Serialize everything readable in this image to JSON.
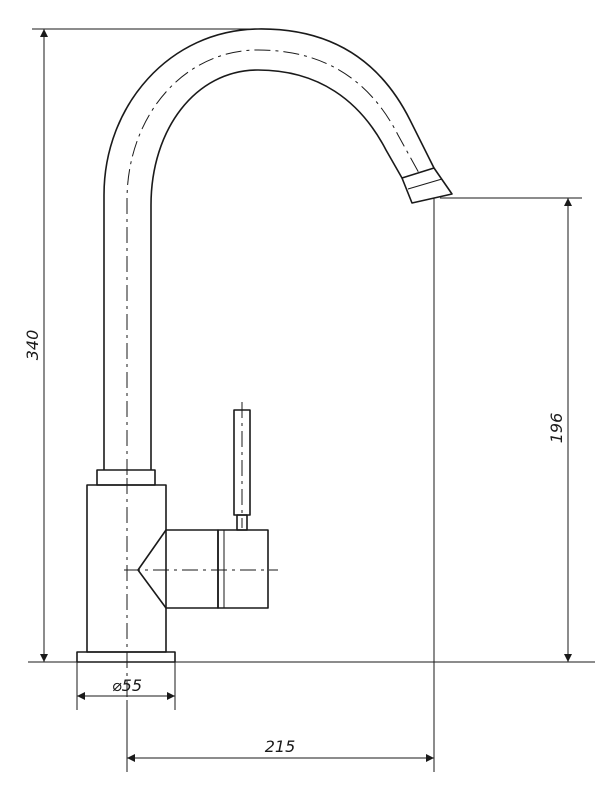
{
  "dimensions": {
    "total_height": "340",
    "spout_height": "196",
    "base_diameter": "⌀55",
    "reach": "215"
  }
}
